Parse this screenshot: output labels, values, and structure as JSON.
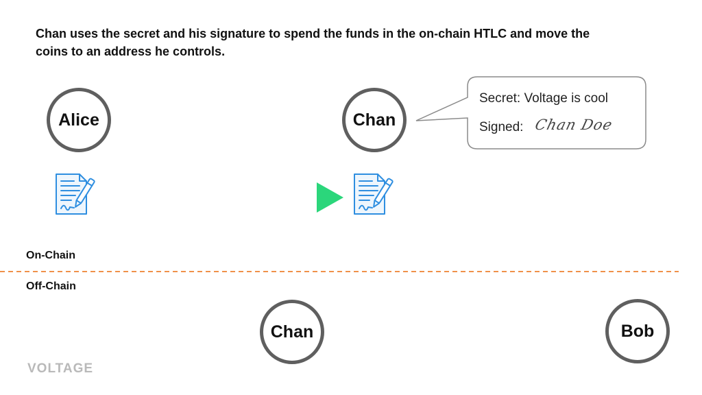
{
  "headline": "Chan uses the secret and his signature to spend the funds in the on-chain HTLC and move the coins to an address he controls.",
  "nodes": {
    "alice": "Alice",
    "chan_top": "Chan",
    "chan_bottom": "Chan",
    "bob": "Bob"
  },
  "bubble": {
    "secret": "Secret: Voltage is cool",
    "signed_label": "Signed:",
    "signature": "Chan Doe"
  },
  "lanes": {
    "on_chain": "On-Chain",
    "off_chain": "Off-Chain"
  },
  "logo": "VOLTAGE",
  "colors": {
    "node_border": "#5f5f5f",
    "arrow_start": "#21c1a4",
    "arrow_end": "#2bd67b",
    "channel_start": "#d63a2a",
    "channel_end": "#f08a3c",
    "divider": "#f0914a",
    "icon": "#2e8ee0"
  },
  "icons": {
    "contract_left": "contract-signed-icon",
    "contract_right": "contract-signed-icon"
  }
}
